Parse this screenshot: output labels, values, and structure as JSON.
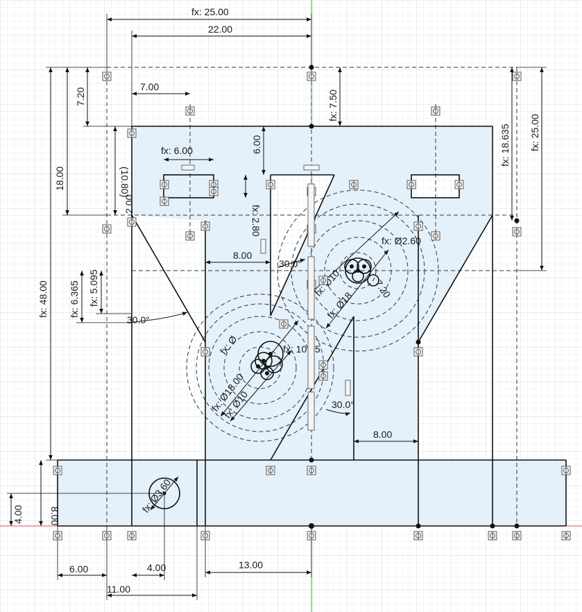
{
  "sketch": {
    "profile_fill": "#e4f0fa",
    "line_color": "#111111",
    "construction_color": "#333333",
    "grid_color": "#dfe6ec",
    "constraint_icon_color": "#555555",
    "y_axis_color": "#35b535",
    "x_axis_color": "#e05050",
    "dimensions": {
      "d_fx25_top": "fx: 25.00",
      "d_22": "22.00",
      "d_7": "7.00",
      "d_720": "7.20",
      "d_18": "18.00",
      "d_fx48": "fx: 48.00",
      "d_fx750": "fx: 7.50",
      "d_fx18635": "fx: 18.635",
      "d_fx25_right": "fx: 25.00",
      "d_fx6": "fx: 6.00",
      "d_600v": "6.00",
      "d_fx280": "fx: 2.80",
      "d_1080": "(10.80)",
      "d_200": "2.00",
      "d_8": "8.00",
      "d_30a": "30.0°",
      "d_fx6365": "fx: 6.365",
      "d_fx5095": "fx: 5.095",
      "d_30b": "30.0°",
      "d_fx_dia260": "fx: Ø2.60",
      "d_fx_dia18_top": "fx: Ø18",
      "d_fx_dia10_top": "fx: Ø10",
      "d_720b": "7.20",
      "d_fx1015": "fx: 10.15",
      "d_fx_dia18_left": "fx: Ø18.00",
      "d_fx_dia10_left": "fx: Ø10",
      "d_fx_dia": "fx: Ø",
      "d_30c": "30.0°",
      "d_8b": "8.00",
      "d_800v": "8.00",
      "d_400v": "4.00",
      "d_fx_dia360": "fx: Ø3.60",
      "d_6b": "6.00",
      "d_4b": "4.00",
      "d_13": "13.00",
      "d_11": "11.00"
    }
  }
}
